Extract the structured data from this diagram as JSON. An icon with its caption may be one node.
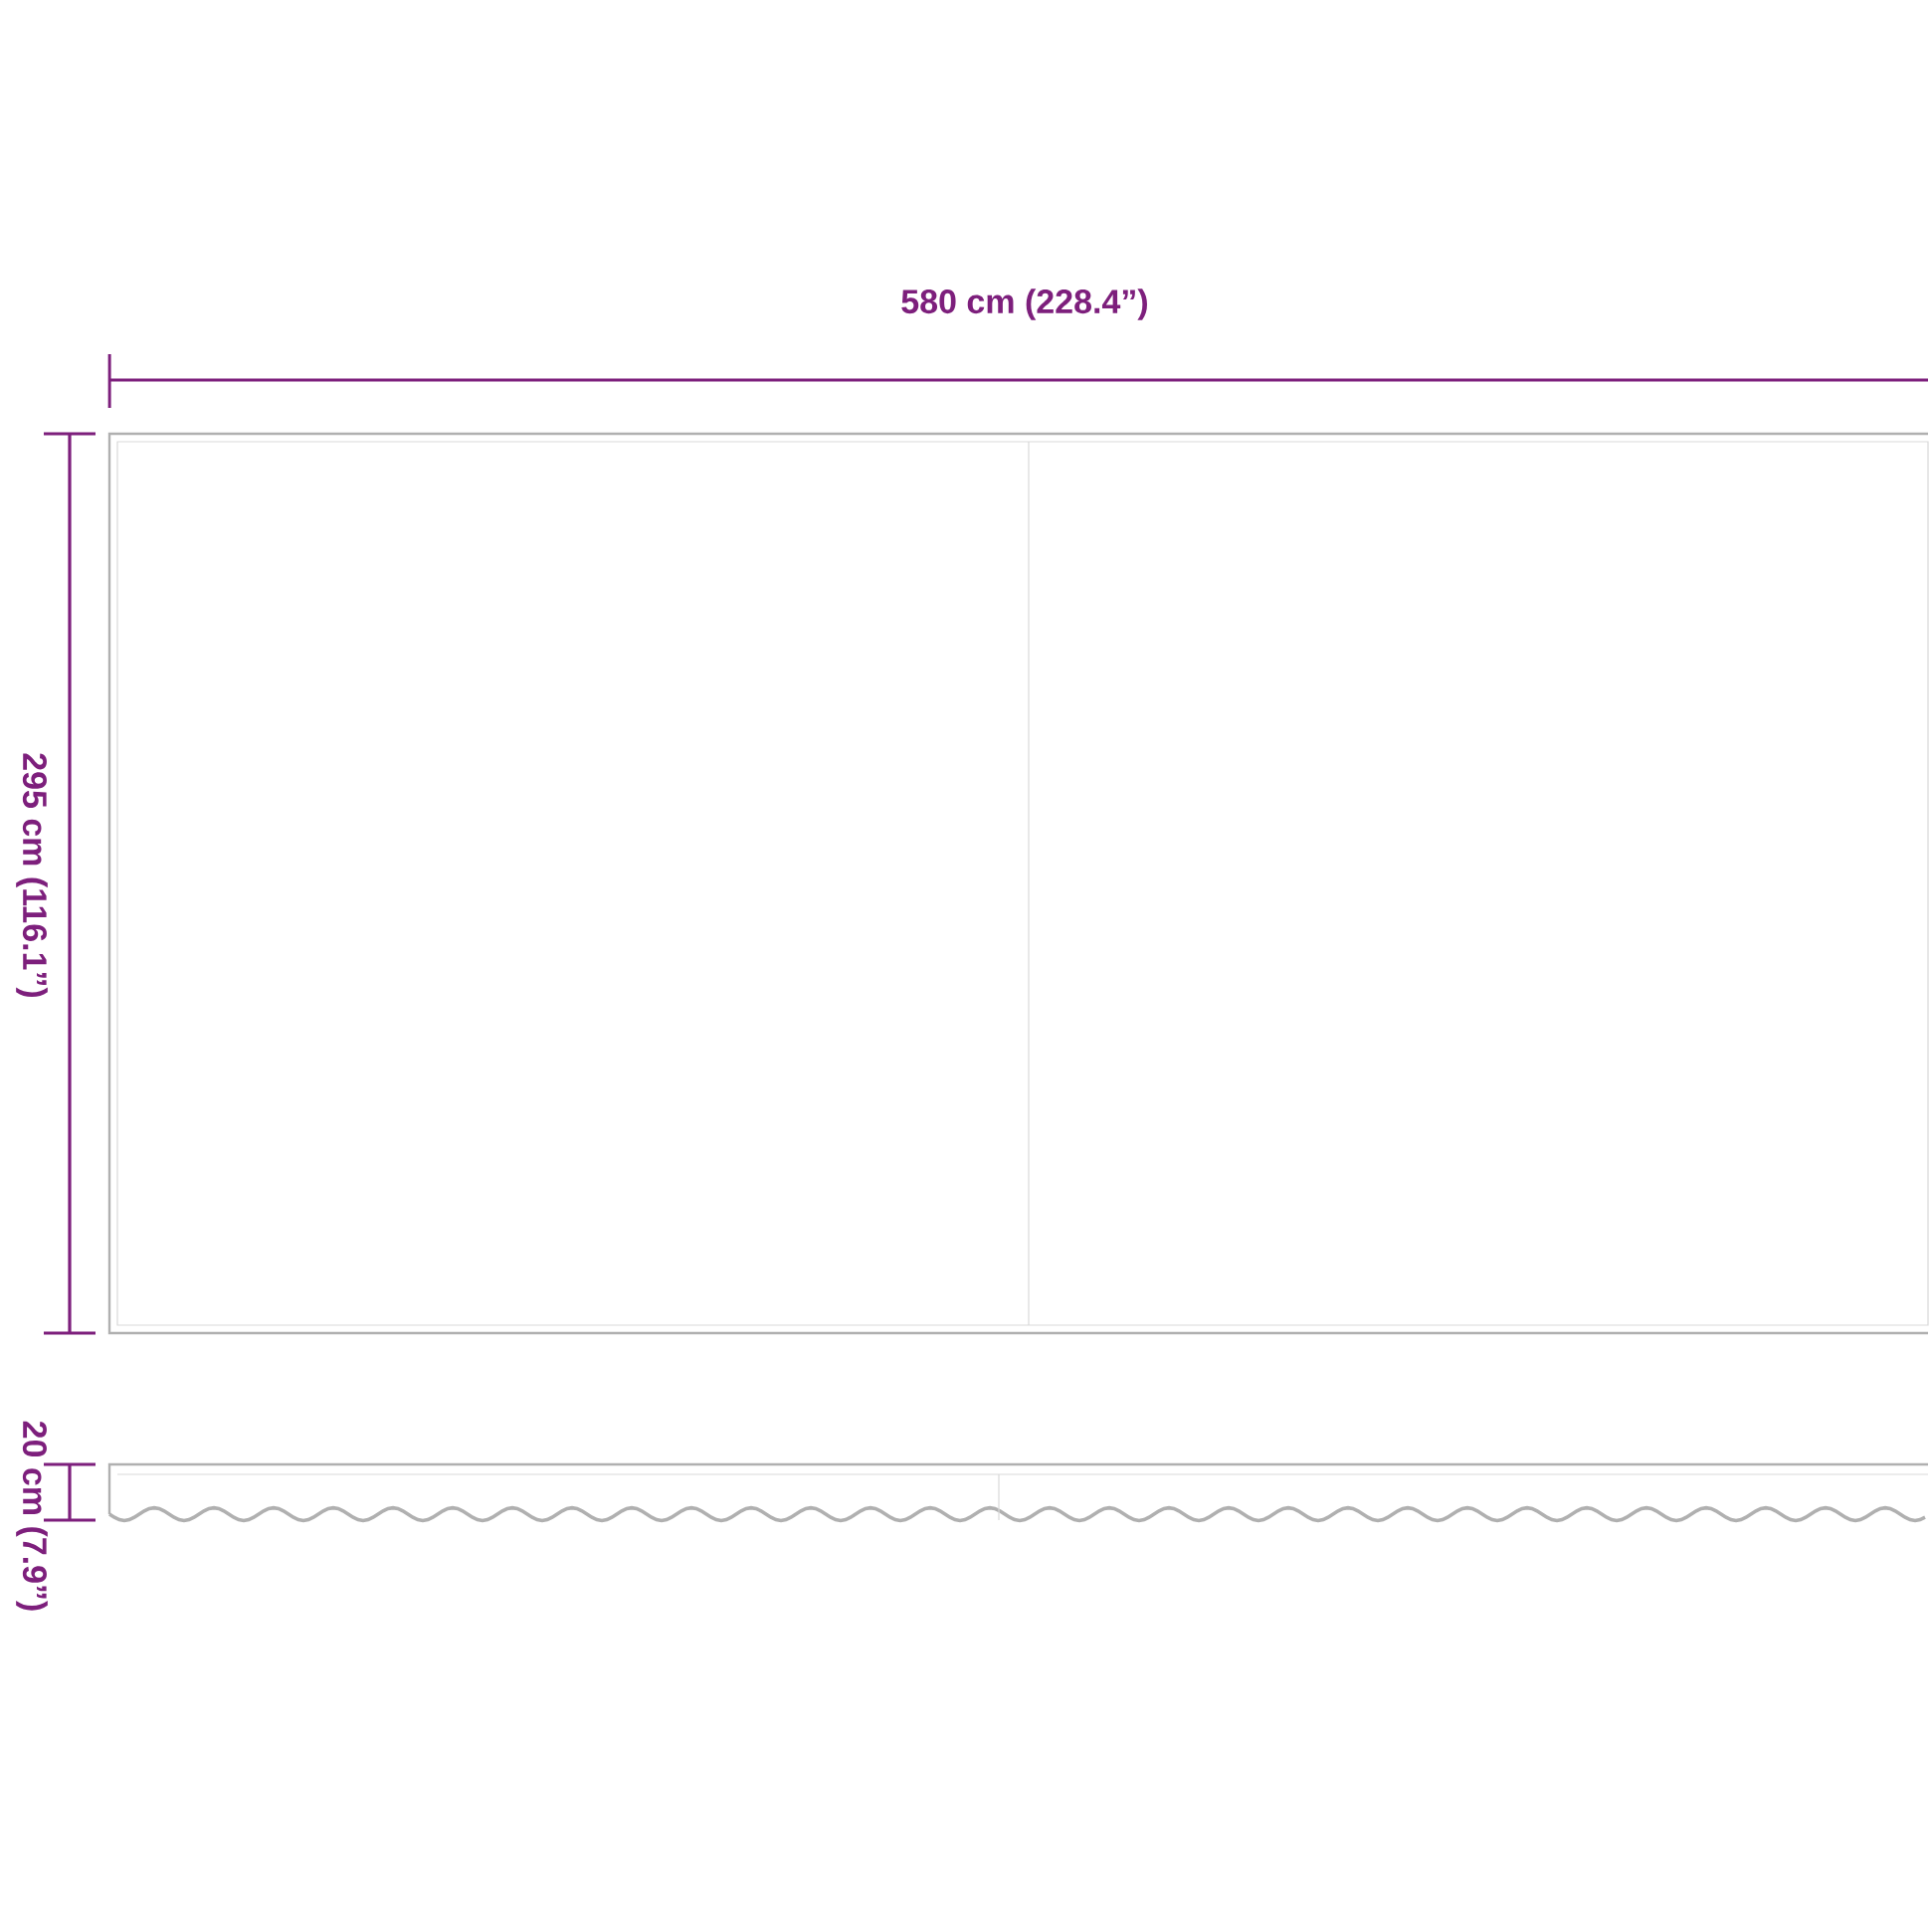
{
  "diagram": {
    "labels": [
      "580 cm (228.4”)",
      "295 cm (116.1”)",
      "20 cm (7.9”)"
    ]
  }
}
